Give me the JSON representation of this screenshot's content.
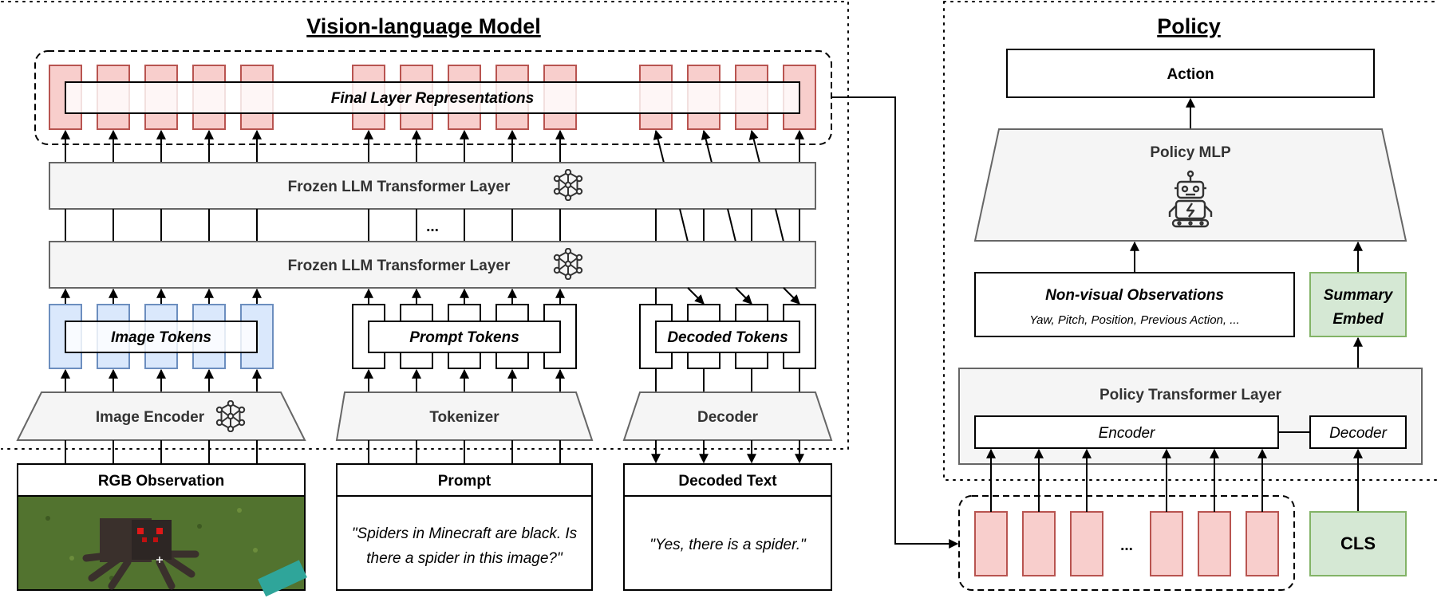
{
  "vlm": {
    "title": "Vision-language Model",
    "final_layer": "Final Layer Representations",
    "transformer_top": "Frozen LLM Transformer Layer",
    "transformer_bottom": "Frozen LLM Transformer Layer",
    "ellipsis": "...",
    "image_tokens": "Image Tokens",
    "prompt_tokens": "Prompt Tokens",
    "decoded_tokens": "Decoded Tokens",
    "image_encoder": "Image Encoder",
    "tokenizer": "Tokenizer",
    "decoder": "Decoder"
  },
  "inputs": {
    "rgb_title": "RGB Observation",
    "prompt_title": "Prompt",
    "prompt_line1": "\"Spiders in Minecraft are black. Is",
    "prompt_line2": "there a spider in this image?\"",
    "decoded_title": "Decoded Text",
    "decoded_text": "\"Yes, there is a spider.\""
  },
  "policy": {
    "title": "Policy",
    "action": "Action",
    "mlp": "Policy MLP",
    "nonvisual_title": "Non-visual Observations",
    "nonvisual_sub": "Yaw, Pitch, Position, Previous Action, ...",
    "summary_line1": "Summary",
    "summary_line2": "Embed",
    "transformer": "Policy Transformer Layer",
    "encoder": "Encoder",
    "decoder": "Decoder",
    "token_ellipsis": "...",
    "cls": "CLS"
  },
  "colors": {
    "red_fill": "#f8cecc",
    "red_stroke": "#b85450",
    "blue_fill": "#dae8fc",
    "blue_stroke": "#6c8ebf",
    "green_fill": "#d5e8d4",
    "green_stroke": "#82b366",
    "gray_fill": "#f5f5f5",
    "gray_stroke": "#666666"
  },
  "icons": [
    "neural-network-icon",
    "robot-icon",
    "minecraft-spider-image"
  ]
}
